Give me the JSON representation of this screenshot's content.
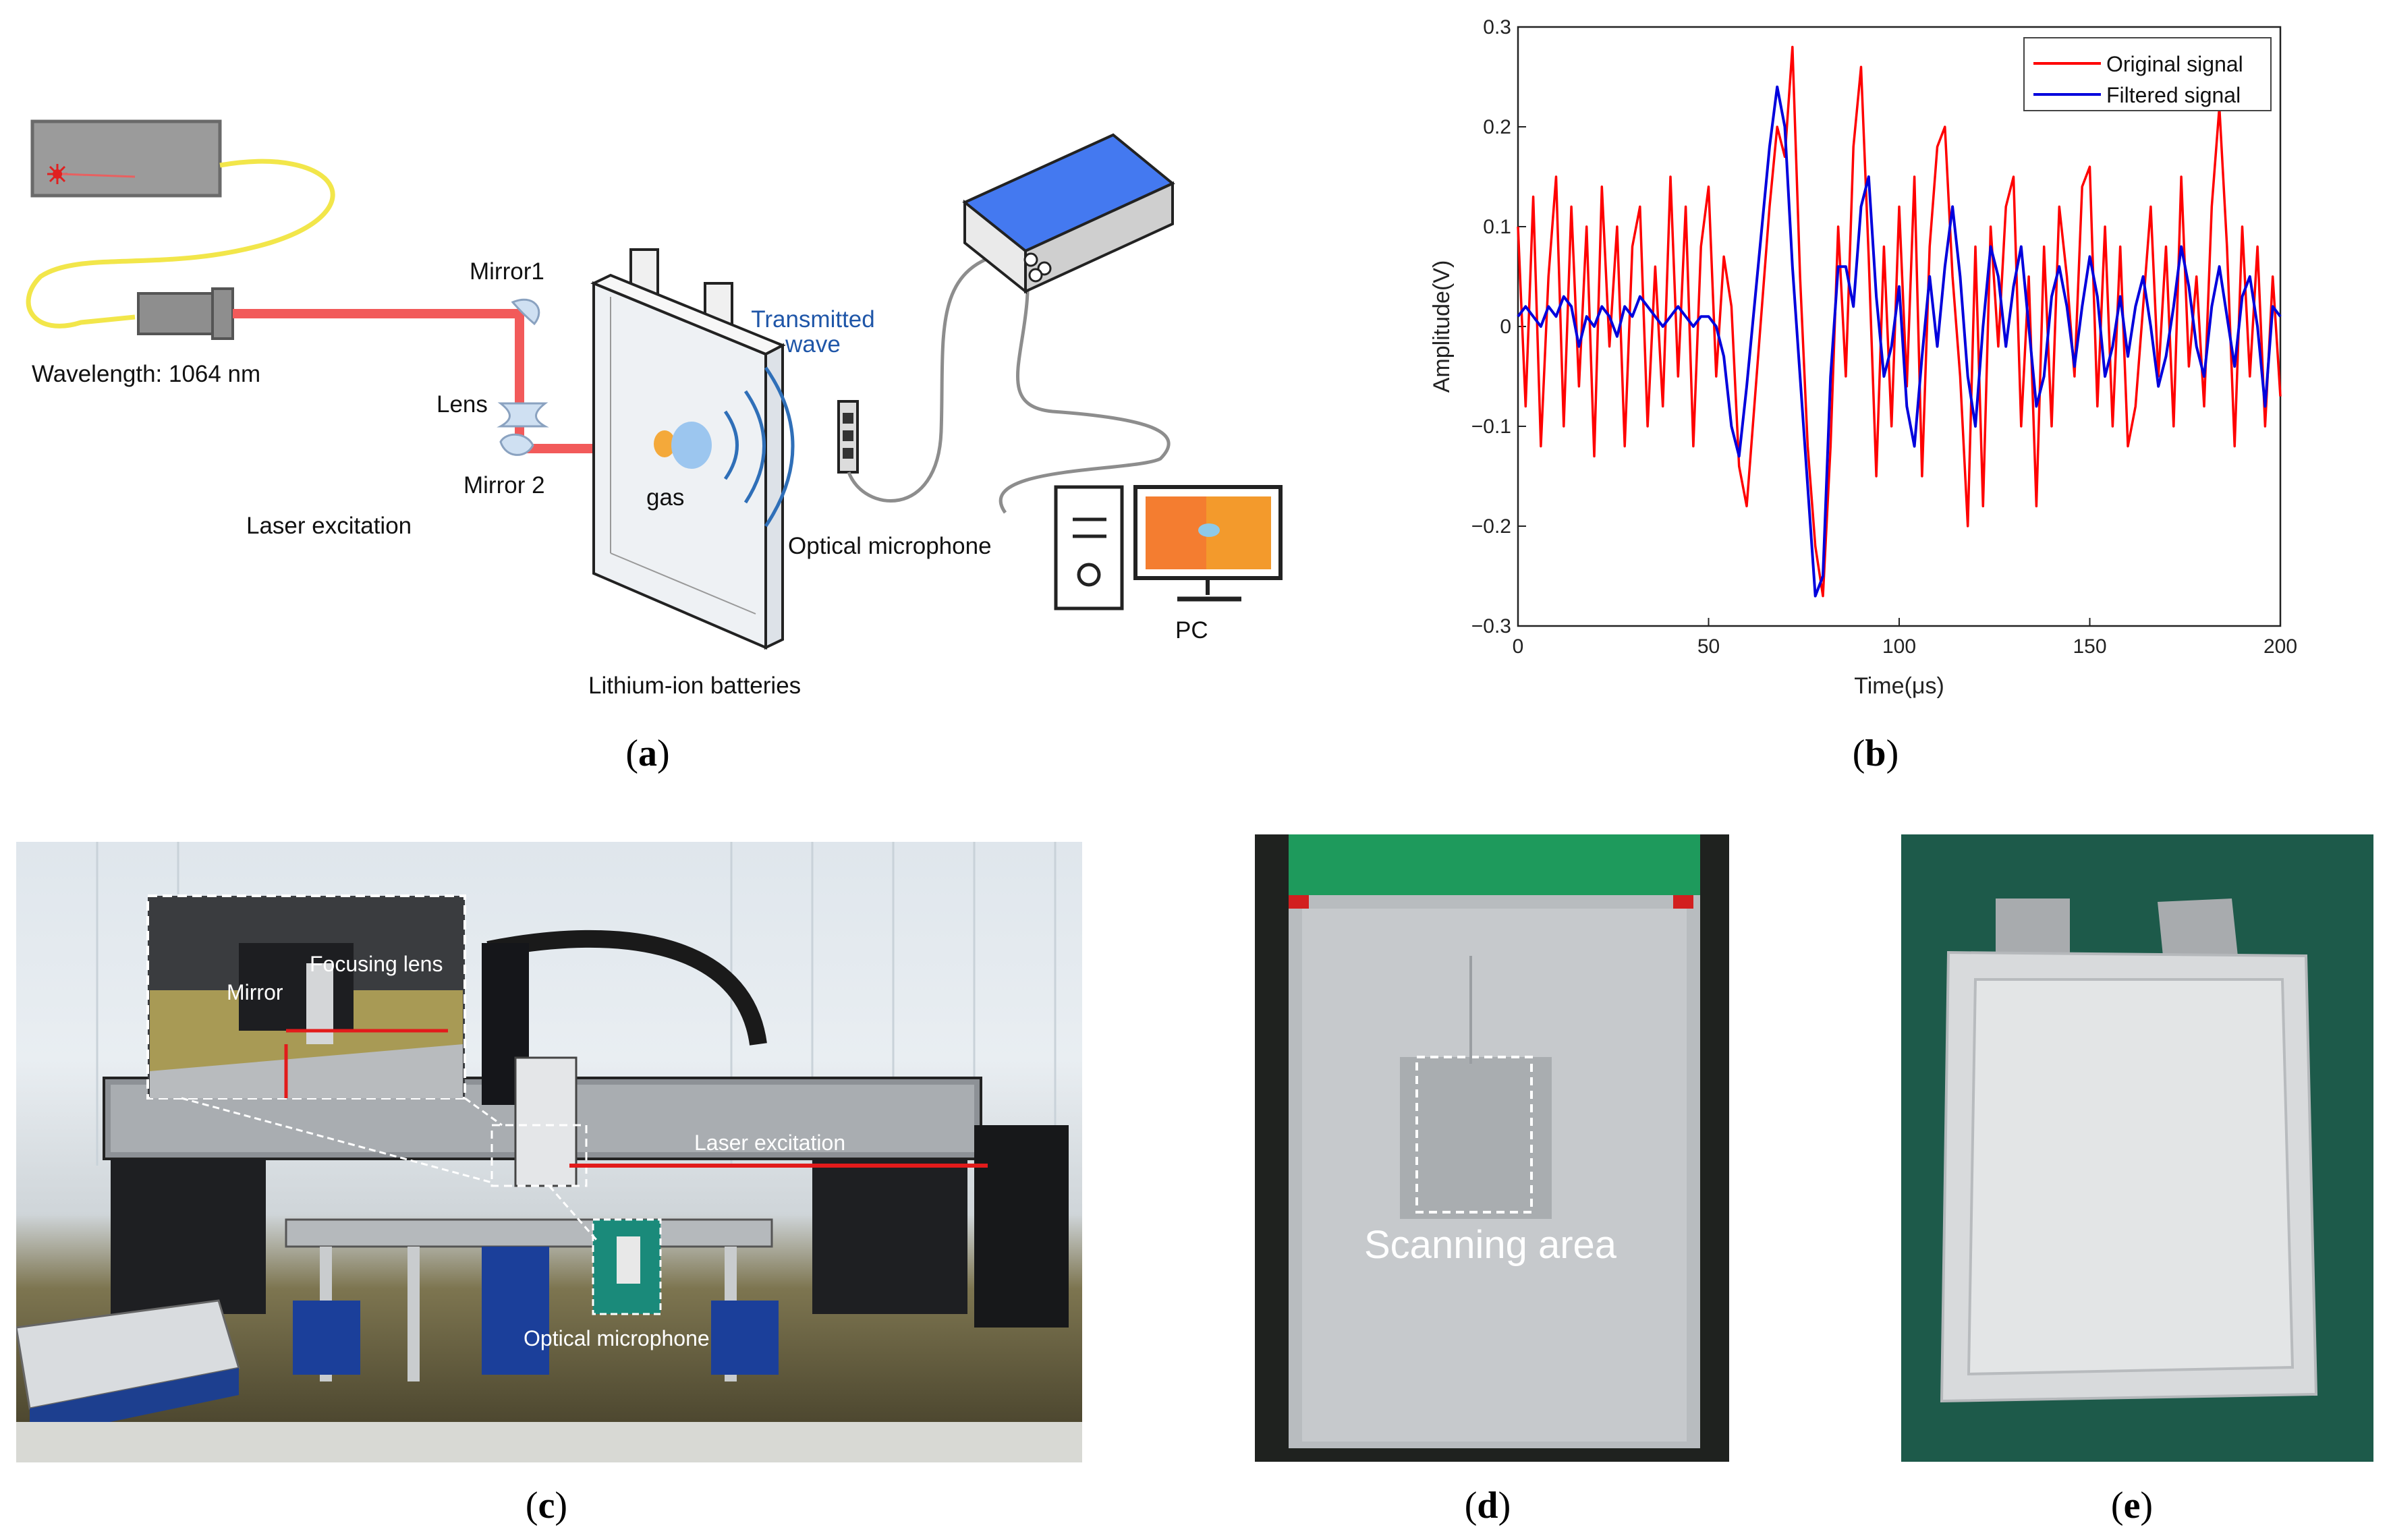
{
  "panels": {
    "a": {
      "label": "a"
    },
    "b": {
      "label": "b"
    },
    "c": {
      "label": "c"
    },
    "d": {
      "label": "d"
    },
    "e": {
      "label": "e"
    }
  },
  "diagram": {
    "wavelength": "Wavelength: 1064 nm",
    "mirror1": "Mirror1",
    "lens": "Lens",
    "mirror2": "Mirror 2",
    "laser_excitation": "Laser excitation",
    "gas": "gas",
    "transmitted_wave_line1": "Transmitted",
    "transmitted_wave_line2": "wave",
    "optical_microphone": "Optical microphone",
    "pc": "PC",
    "battery": "Lithium-ion batteries"
  },
  "photo_c": {
    "focusing_lens": "Focusing lens",
    "mirror": "Mirror",
    "laser_excitation": "Laser excitation",
    "optical_microphone": "Optical microphone"
  },
  "photo_d": {
    "scanning_area": "Scanning area"
  },
  "colors": {
    "original": "#ff0000",
    "filtered": "#0000dd",
    "laser_beam": "#f25a5a",
    "fiber": "#f2e64a",
    "device_top": "#4479f0"
  },
  "chart_data": {
    "type": "line",
    "xlabel": "Time(μs)",
    "ylabel": "Amplitude(V)",
    "xlim": [
      0,
      200
    ],
    "ylim": [
      -0.3,
      0.3
    ],
    "xticks": [
      0,
      50,
      100,
      150,
      200
    ],
    "yticks": [
      -0.3,
      -0.2,
      -0.1,
      0,
      0.1,
      0.2,
      0.3
    ],
    "xtick_labels": [
      "0",
      "50",
      "100",
      "150",
      "200"
    ],
    "ytick_labels": [
      "−0.3",
      "−0.2",
      "−0.1",
      "0",
      "0.1",
      "0.2",
      "0.3"
    ],
    "legend_position": "top-right",
    "grid": false,
    "series": [
      {
        "name": "Original signal",
        "color": "#ff0000",
        "x": [
          0,
          2,
          4,
          6,
          8,
          10,
          12,
          14,
          16,
          18,
          20,
          22,
          24,
          26,
          28,
          30,
          32,
          34,
          36,
          38,
          40,
          42,
          44,
          46,
          48,
          50,
          52,
          54,
          56,
          58,
          60,
          62,
          64,
          66,
          68,
          70,
          72,
          74,
          76,
          78,
          80,
          82,
          84,
          86,
          88,
          90,
          92,
          94,
          96,
          98,
          100,
          102,
          104,
          106,
          108,
          110,
          112,
          114,
          116,
          118,
          120,
          122,
          124,
          126,
          128,
          130,
          132,
          134,
          136,
          138,
          140,
          142,
          144,
          146,
          148,
          150,
          152,
          154,
          156,
          158,
          160,
          162,
          164,
          166,
          168,
          170,
          172,
          174,
          176,
          178,
          180,
          182,
          184,
          186,
          188,
          190,
          192,
          194,
          196,
          198,
          200
        ],
        "y": [
          0.1,
          -0.08,
          0.13,
          -0.12,
          0.05,
          0.15,
          -0.1,
          0.12,
          -0.06,
          0.1,
          -0.13,
          0.14,
          -0.02,
          0.1,
          -0.12,
          0.08,
          0.12,
          -0.1,
          0.06,
          -0.08,
          0.15,
          -0.05,
          0.12,
          -0.12,
          0.08,
          0.14,
          -0.05,
          0.07,
          0.02,
          -0.14,
          -0.18,
          -0.08,
          0.02,
          0.12,
          0.2,
          0.17,
          0.28,
          0.05,
          -0.12,
          -0.22,
          -0.27,
          -0.12,
          0.1,
          -0.05,
          0.18,
          0.26,
          0.07,
          -0.15,
          0.08,
          -0.1,
          0.12,
          -0.06,
          0.15,
          -0.15,
          0.08,
          0.18,
          0.2,
          0.05,
          -0.05,
          -0.2,
          0.08,
          -0.18,
          0.1,
          -0.02,
          0.12,
          0.15,
          -0.1,
          0.05,
          -0.18,
          0.08,
          -0.1,
          0.12,
          0.05,
          -0.05,
          0.14,
          0.16,
          -0.08,
          0.1,
          -0.1,
          0.08,
          -0.12,
          -0.08,
          0.02,
          0.12,
          -0.05,
          0.08,
          -0.1,
          0.15,
          -0.04,
          0.05,
          -0.08,
          0.12,
          0.22,
          0.08,
          -0.12,
          0.1,
          -0.05,
          0.08,
          -0.1,
          0.05,
          -0.07
        ]
      },
      {
        "name": "Filtered signal",
        "color": "#0000dd",
        "x": [
          0,
          2,
          4,
          6,
          8,
          10,
          12,
          14,
          16,
          18,
          20,
          22,
          24,
          26,
          28,
          30,
          32,
          34,
          36,
          38,
          40,
          42,
          44,
          46,
          48,
          50,
          52,
          54,
          56,
          58,
          60,
          62,
          64,
          66,
          68,
          70,
          72,
          74,
          76,
          78,
          80,
          82,
          84,
          86,
          88,
          90,
          92,
          94,
          96,
          98,
          100,
          102,
          104,
          106,
          108,
          110,
          112,
          114,
          116,
          118,
          120,
          122,
          124,
          126,
          128,
          130,
          132,
          134,
          136,
          138,
          140,
          142,
          144,
          146,
          148,
          150,
          152,
          154,
          156,
          158,
          160,
          162,
          164,
          166,
          168,
          170,
          172,
          174,
          176,
          178,
          180,
          182,
          184,
          186,
          188,
          190,
          192,
          194,
          196,
          198,
          200
        ],
        "y": [
          0.01,
          0.02,
          0.01,
          0.0,
          0.02,
          0.01,
          0.03,
          0.02,
          -0.02,
          0.01,
          0.0,
          0.02,
          0.01,
          -0.01,
          0.02,
          0.01,
          0.03,
          0.02,
          0.01,
          0.0,
          0.01,
          0.02,
          0.01,
          0.0,
          0.01,
          0.01,
          0.0,
          -0.03,
          -0.1,
          -0.13,
          -0.06,
          0.02,
          0.1,
          0.18,
          0.24,
          0.2,
          0.06,
          -0.05,
          -0.16,
          -0.27,
          -0.25,
          -0.05,
          0.06,
          0.06,
          0.02,
          0.12,
          0.15,
          0.03,
          -0.05,
          -0.02,
          0.04,
          -0.08,
          -0.12,
          -0.03,
          0.05,
          -0.02,
          0.06,
          0.12,
          0.05,
          -0.05,
          -0.1,
          0.0,
          0.08,
          0.05,
          -0.02,
          0.04,
          0.08,
          0.0,
          -0.08,
          -0.05,
          0.03,
          0.06,
          0.02,
          -0.04,
          0.02,
          0.07,
          0.03,
          -0.05,
          -0.02,
          0.03,
          -0.03,
          0.02,
          0.05,
          0.0,
          -0.06,
          -0.03,
          0.02,
          0.08,
          0.04,
          -0.02,
          -0.05,
          0.02,
          0.06,
          0.01,
          -0.04,
          0.03,
          0.05,
          0.0,
          -0.08,
          0.02,
          0.01
        ]
      }
    ]
  }
}
